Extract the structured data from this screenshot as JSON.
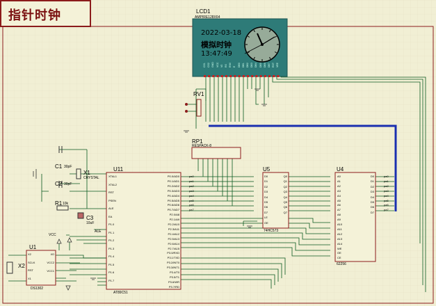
{
  "title": "指针时钟",
  "lcd": {
    "ref": "LCD1",
    "part": "AMPIRE128X64",
    "date": "2022-03-18",
    "mode": "模拟时钟",
    "time": "13:47:49",
    "pins": [
      "CS1",
      "CS2",
      "GND",
      "VCC",
      "V0",
      "RS",
      "R/W",
      "E",
      "DB0",
      "DB1",
      "DB2",
      "DB3",
      "DB4",
      "DB5",
      "DB6",
      "DB7",
      "RST",
      "VEE"
    ]
  },
  "components": {
    "rv1": "RV1",
    "rp1": "RP1",
    "rp1_part": "RESPACK-8",
    "u11": "U11",
    "u11_part": "AT89C51",
    "u5": "U5",
    "u5_part": "74HC573",
    "u4": "U4",
    "u4_part": "62256",
    "u1": "U1",
    "u1_part": "DS1302",
    "c1": "C1",
    "c1_val": "30pF",
    "c2": "C2",
    "c2_val": "30pF",
    "x1": "X1",
    "x1_part": "CRYSTAL",
    "r1": "R1",
    "r1_val": "10k",
    "c3": "C3",
    "c3_val": "10uF",
    "x2": "X2",
    "vcc": "VCC",
    "ale": "ALE"
  },
  "u11_left_pins": [
    "XTAL1",
    "XTAL2",
    "RST",
    "PSEN",
    "ALE",
    "EA",
    "P1.0",
    "P1.1",
    "P1.2",
    "P1.3",
    "P1.4",
    "P1.5",
    "P1.6",
    "P1.7"
  ],
  "u11_right_pins": [
    "P0.0/AD0",
    "P0.1/AD1",
    "P0.2/AD2",
    "P0.3/AD3",
    "P0.4/AD4",
    "P0.5/AD5",
    "P0.6/AD6",
    "P0.7/AD7",
    "P2.0/A8",
    "P2.1/A9",
    "P2.2/A10",
    "P2.3/A11",
    "P2.4/A12",
    "P2.5/A13",
    "P2.6/A14",
    "P2.7/A15",
    "P3.0/RXD",
    "P3.1/TXD",
    "P3.2/INT0",
    "P3.3/INT1",
    "P3.4/T0",
    "P3.5/T1",
    "P3.6/WR",
    "P3.7/RD"
  ],
  "u5_left_pins": [
    "D0",
    "D1",
    "D2",
    "D3",
    "D4",
    "D5",
    "D6",
    "D7",
    "LE",
    "OE"
  ],
  "u5_right_pins": [
    "Q0",
    "Q1",
    "Q2",
    "Q3",
    "Q4",
    "Q5",
    "Q6",
    "Q7"
  ],
  "u4_left_pins": [
    "A0",
    "A1",
    "A2",
    "A3",
    "A4",
    "A5",
    "A6",
    "A7",
    "A8",
    "A9",
    "A10",
    "A11",
    "A12",
    "A13",
    "A14",
    "WE",
    "OE",
    "CE"
  ],
  "u4_right_pins": [
    "D0",
    "D1",
    "D2",
    "D3",
    "D4",
    "D5",
    "D6",
    "D7"
  ],
  "u1_left_pins": [
    "X2",
    "SCLK",
    "RST",
    "X1"
  ],
  "u1_right_pins": [
    "I/O",
    "VCC2",
    "VCC1"
  ],
  "net_labels": [
    "pa0",
    "pa1",
    "pa2",
    "pa3",
    "pa4",
    "pa5",
    "pa6",
    "pa7"
  ],
  "colors": {
    "background": "#f1efd4",
    "grid": "#e3e0c2",
    "wire": "#0a5a20",
    "bus": "#1a2fb0",
    "component": "#8b1b1b",
    "lcd_bezel": "#2e7b78",
    "lcd_screen": "#97ab99"
  }
}
